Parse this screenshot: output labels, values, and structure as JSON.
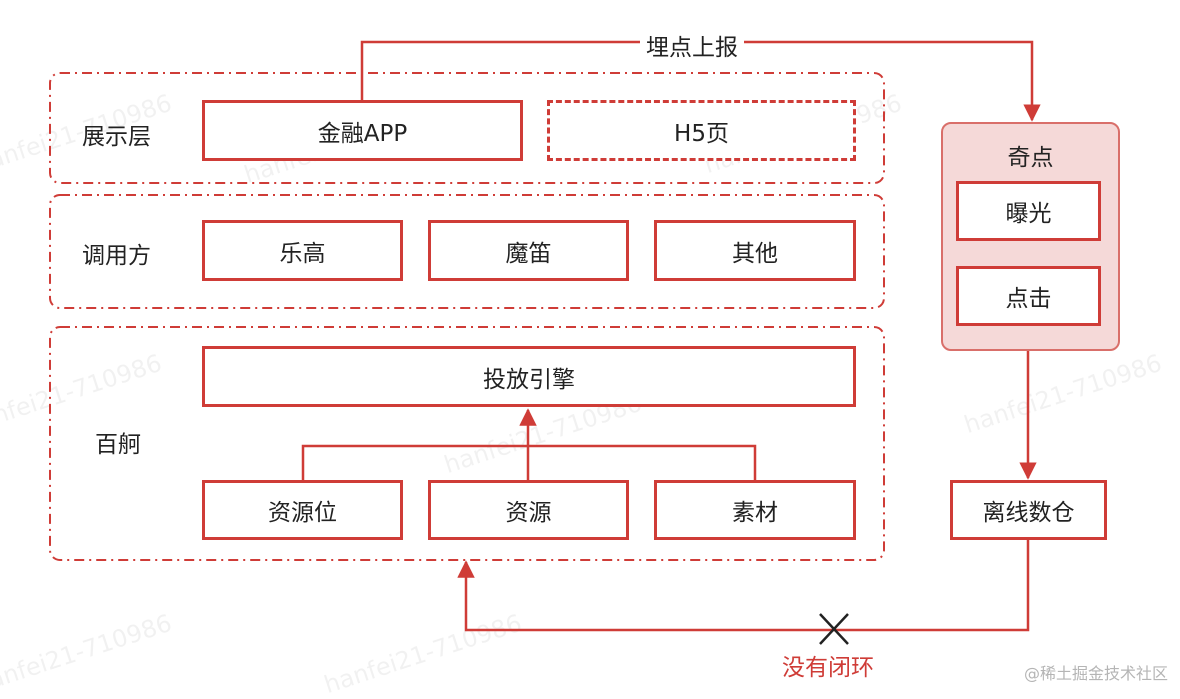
{
  "layers": {
    "display": {
      "label": "展示层",
      "nodes": [
        "金融APP",
        "H5页"
      ]
    },
    "caller": {
      "label": "调用方",
      "nodes": [
        "乐高",
        "魔笛",
        "其他"
      ]
    },
    "baizhou": {
      "label": "百舸",
      "engine": "投放引擎",
      "nodes": [
        "资源位",
        "资源",
        "素材"
      ]
    }
  },
  "qidian": {
    "title": "奇点",
    "items": [
      "曝光",
      "点击"
    ]
  },
  "warehouse": "离线数仓",
  "edges": {
    "report": "埋点上报",
    "no_loop": "没有闭环"
  },
  "colors": {
    "accent": "#cf3c37",
    "qidian_fill": "#f5d9d8"
  },
  "watermark_text": "hanfei21-710986",
  "brand": "@稀土掘金技术社区"
}
